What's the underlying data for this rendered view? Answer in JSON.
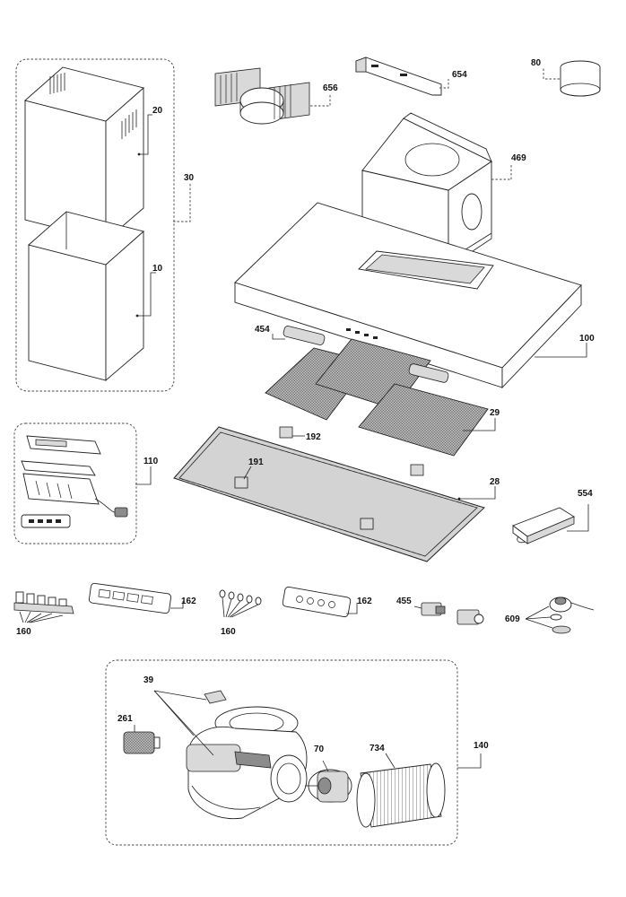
{
  "callouts": {
    "c20": "20",
    "c30": "30",
    "c10": "10",
    "c656": "656",
    "c654": "654",
    "c80": "80",
    "c469": "469",
    "c100": "100",
    "c454": "454",
    "c29": "29",
    "c110": "110",
    "c192": "192",
    "c191": "191",
    "c28": "28",
    "c554": "554",
    "c160a": "160",
    "c162a": "162",
    "c160b": "160",
    "c162b": "162",
    "c455": "455",
    "c609": "609",
    "c39": "39",
    "c261": "261",
    "c70": "70",
    "c734": "734",
    "c140": "140"
  }
}
